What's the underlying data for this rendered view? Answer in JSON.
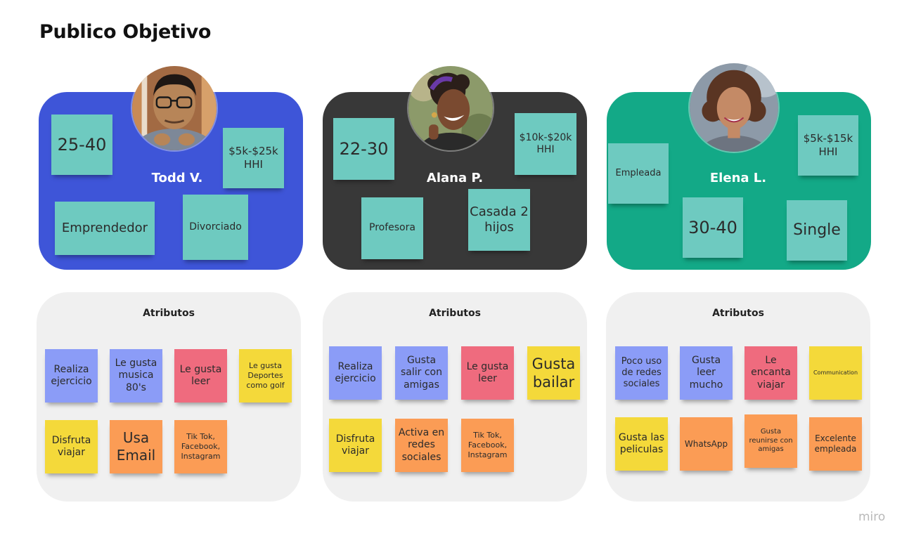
{
  "page": {
    "title": "Publico Objetivo",
    "brand": "miro"
  },
  "colors": {
    "persona_todd_bg": "#3e55d8",
    "persona_alana_bg": "#383838",
    "persona_elena_bg": "#13a987",
    "note_teal": "#6ecac0",
    "note_blue": "#8b9cf7",
    "note_red": "#ef6b7e",
    "note_yellow": "#f4d93a",
    "note_orange": "#fb9c55",
    "attr_panel_bg": "#f0f0f0"
  },
  "personas": [
    {
      "name": "Todd V.",
      "notes": [
        "25-40",
        "$5k-$25k HHI",
        "Emprendedor",
        "Divorciado"
      ],
      "attributes_title": "Atributos",
      "attributes": [
        "Realiza ejercicio",
        "Le gusta musica 80's",
        "Le gusta leer",
        "Le gusta Deportes como golf",
        "Disfruta viajar",
        "Usa Email",
        "Tik Tok, Facebook, Instagram"
      ]
    },
    {
      "name": "Alana P.",
      "notes": [
        "22-30",
        "$10k-$20k HHI",
        "Profesora",
        "Casada 2 hijos"
      ],
      "attributes_title": "Atributos",
      "attributes": [
        "Realiza ejercicio",
        "Gusta salir con amigas",
        "Le gusta leer",
        "Gusta bailar",
        "Disfruta viajar",
        "Activa en redes sociales",
        "Tik Tok, Facebook, Instagram"
      ]
    },
    {
      "name": "Elena L.",
      "notes": [
        "$5k-$15k HHI",
        "Empleada",
        "30-40",
        "Single"
      ],
      "attributes_title": "Atributos",
      "attributes": [
        "Poco uso de redes sociales",
        "Gusta leer mucho",
        "Le encanta viajar",
        "Communication",
        "Gusta las peliculas",
        "WhatsApp",
        "Gusta reunirse con amigas",
        "Excelente empleada"
      ]
    }
  ]
}
